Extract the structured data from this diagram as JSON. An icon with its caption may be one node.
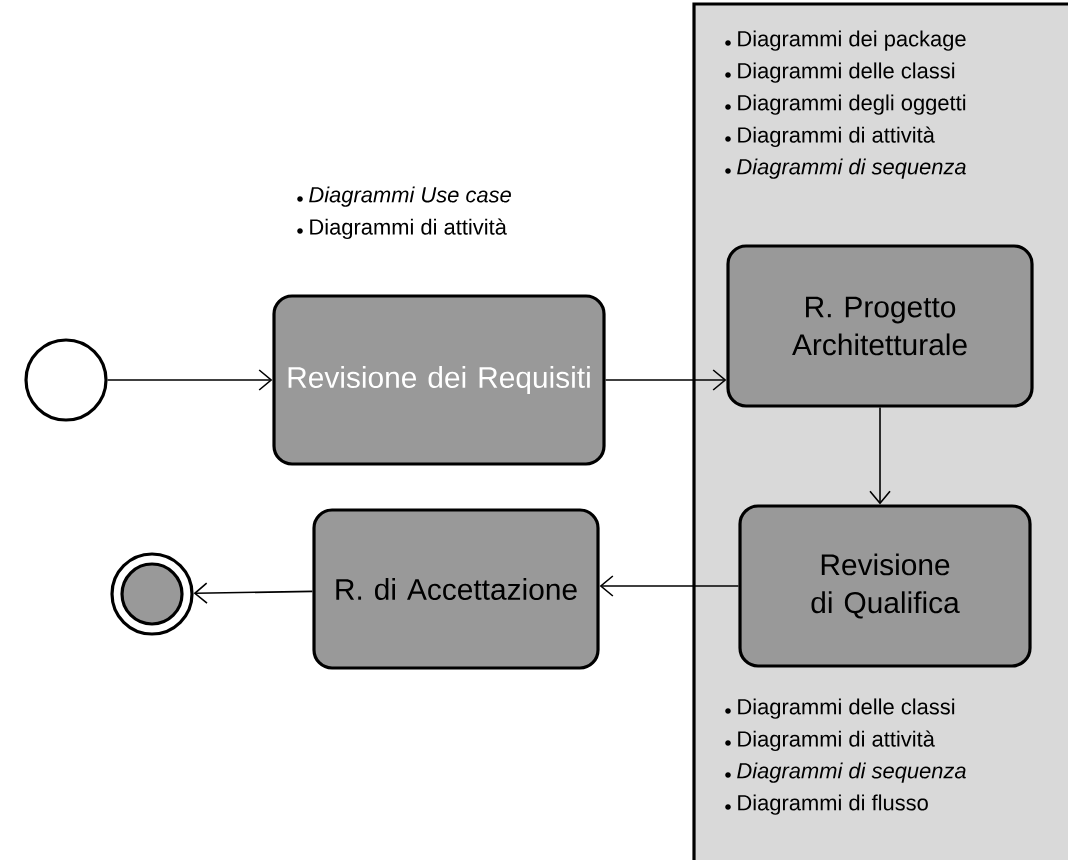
{
  "diagram": {
    "nodes": [
      {
        "text": [],
        "shape": "circle"
      },
      {
        "text": [
          "Revisione dei Requisiti"
        ],
        "beside": [
          "*Diagrammi Use case*",
          "Diagrammi di attività"
        ]
      },
      {
        "text": [],
        "shape": "box"
      },
      {
        "text": [
          "R. Progetto Architetturale"
        ],
        "in": 2,
        "beside": [
          "Diagrammi dei package",
          "Diagrammi delle classi",
          "Diagrammi degli oggetti",
          "Diagrammi di attività",
          "*Diagrammi di sequenza*"
        ]
      },
      {
        "text": [
          "Revisione di Qualifica"
        ],
        "in": 2,
        "beside": [
          "Diagrammi delle classi",
          "Diagrammi di attività",
          "*Diagrammi di sequenza*",
          "Diagrammi di flusso"
        ]
      },
      {
        "text": [
          "R. di Accettazione"
        ]
      },
      {
        "text": [],
        "shape": "circle"
      }
    ],
    "edges": [
      {
        "from": 0,
        "to": 1,
        "arrow": "to"
      },
      {
        "from": 1,
        "to": 3,
        "arrow": "to"
      },
      {
        "from": 3,
        "to": 4,
        "arrow": "to"
      },
      {
        "from": 4,
        "to": 5,
        "arrow": "to"
      },
      {
        "from": 5,
        "to": 6,
        "arrow": "to"
      }
    ]
  }
}
